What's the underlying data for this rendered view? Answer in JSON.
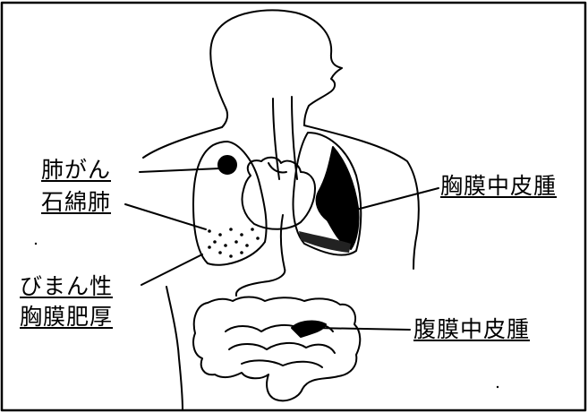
{
  "labels": {
    "lung_cancer": "肺がん",
    "asbestosis": "石綿肺",
    "diffuse_pleural_thickening_line1": "びまん性",
    "diffuse_pleural_thickening_line2": "胸膜肥厚",
    "pleural_mesothelioma": "胸膜中皮腫",
    "peritoneal_mesothelioma": "腹膜中皮腫"
  }
}
